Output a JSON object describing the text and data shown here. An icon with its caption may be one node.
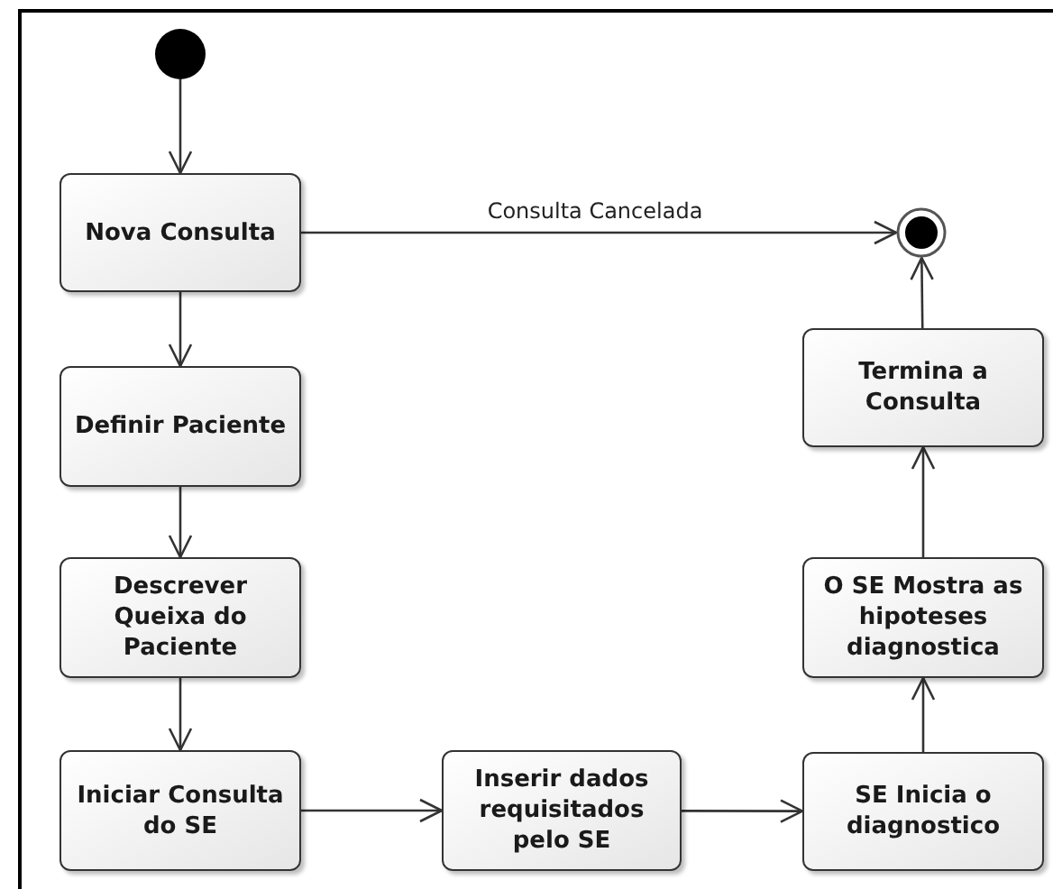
{
  "diagram": {
    "nodes": [
      {
        "text": [],
        "shape": "circle"
      },
      {
        "text": [
          "Nova Consulta"
        ]
      },
      {
        "text": [
          "Definir Paciente"
        ]
      },
      {
        "text": [
          "Descrever Queixa do Paciente"
        ]
      },
      {
        "text": [
          "Iniciar Consulta do SE"
        ]
      },
      {
        "text": [
          "Inserir dados requisitados pelo SE"
        ]
      },
      {
        "text": [
          "SE Inicia o diagnostico"
        ]
      },
      {
        "text": [
          "O SE Mostra as hipoteses diagnostica"
        ]
      },
      {
        "text": [
          "Termina a Consulta"
        ]
      },
      {
        "text": [],
        "shape": "circle"
      }
    ],
    "edges": [
      {
        "from": 0,
        "to": 1,
        "arrow": "to"
      },
      {
        "from": 1,
        "to": 9,
        "arrow": "to",
        "label": "Consulta Cancelada"
      },
      {
        "from": 1,
        "to": 2,
        "arrow": "to"
      },
      {
        "from": 2,
        "to": 3,
        "arrow": "to"
      },
      {
        "from": 3,
        "to": 4,
        "arrow": "to"
      },
      {
        "from": 4,
        "to": 5,
        "arrow": "to"
      },
      {
        "from": 5,
        "to": 6,
        "arrow": "to"
      },
      {
        "from": 6,
        "to": 7,
        "arrow": "to"
      },
      {
        "from": 7,
        "to": 8,
        "arrow": "to"
      },
      {
        "from": 8,
        "to": 9,
        "arrow": "to"
      }
    ]
  }
}
